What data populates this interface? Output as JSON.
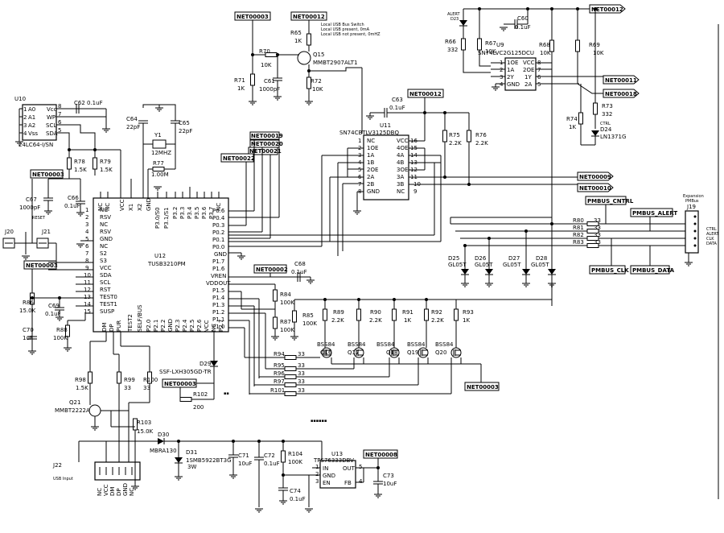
{
  "nets": {
    "n3a": "NET00003",
    "n12a": "NET00012",
    "n12b": "NET00012",
    "n12c": "NET00012",
    "n11": "NET00011",
    "n18": "NET00018",
    "n19": "NET00019",
    "n20": "NET00020",
    "n21": "NET00021",
    "n22": "NET00022",
    "n3b": "NET00003",
    "n3c": "NET00003",
    "n2": "NET00002",
    "n9": "NET00009",
    "n10": "NET00010",
    "n3d": "NET00003",
    "n3e": "NET00003",
    "n8": "NET00008"
  },
  "pmbus": {
    "cntrl": "PMBUS_CNTRL",
    "alert": "PMBUS_ALERT",
    "clk": "PMBUS_CLK",
    "data": "PMBUS_DATA",
    "exp1": "Expansion",
    "exp2": "PMBus",
    "j19": "J19",
    "l1": "CTRL",
    "l2": "ALERT",
    "l3": "CLK",
    "l4": "DATA"
  },
  "u10": {
    "ref": "U10",
    "part": "24LC64-I/SN",
    "pins_l": [
      "A0",
      "A1",
      "A2",
      "Vss"
    ],
    "pins_r": [
      "Vcc",
      "WP",
      "SCL",
      "SDA"
    ],
    "nums_l": [
      "1",
      "2",
      "3",
      "4"
    ],
    "nums_r": [
      "8",
      "7",
      "6",
      "5"
    ]
  },
  "u12": {
    "ref": "U12",
    "part": "TUSB3210PM",
    "left": [
      "NC",
      "RSV",
      "NC",
      "RSV",
      "GND",
      "NC",
      "S2",
      "S3",
      "VCC",
      "SDA",
      "SCL",
      "RST",
      "TEST0",
      "TEST1",
      "SUSP"
    ],
    "lnum": [
      "1",
      "2",
      "3",
      "4",
      "5",
      "6",
      "7",
      "8",
      "9",
      "10",
      "11",
      "12",
      "13",
      "14",
      "15"
    ],
    "right": [
      "P0.6",
      "P0.4",
      "P0.3",
      "P0.2",
      "P0.1",
      "P0.0",
      "GND",
      "P1.7",
      "P1.6",
      "VREN",
      "VDDOUT",
      "P1.5",
      "P1.4",
      "P1.3",
      "P1.2",
      "P1.1",
      "P1.0"
    ],
    "top": [
      "NC",
      "NC",
      "VCC",
      "X1",
      "X2",
      "GND",
      "P3.0/S0",
      "P3.1/S1",
      "P3.2",
      "P3.3",
      "P3.4",
      "P3.5",
      "P3.6",
      "P3.7",
      "NC",
      "P2.7",
      "NC"
    ],
    "bottom": [
      "DM",
      "DP",
      "PUR",
      "TEST2",
      "SELF/BUS",
      "P2.0",
      "P2.1",
      "P2.2",
      "GND",
      "P2.3",
      "P2.4",
      "P2.5",
      "P2.6",
      "VCC",
      "NC",
      "P2.7"
    ]
  },
  "u11": {
    "ref": "U11",
    "part": "SN74CBTLV3125DBQ",
    "left": [
      "NC",
      "1OE",
      "1A",
      "1B",
      "2OE",
      "2A",
      "2B",
      "GND"
    ],
    "lnum": [
      "1",
      "2",
      "3",
      "4",
      "5",
      "6",
      "7",
      "8"
    ],
    "right": [
      "VCC",
      "4OE",
      "4A",
      "4B",
      "3OE",
      "3A",
      "3B",
      "NC"
    ],
    "rnum": [
      "16",
      "15",
      "14",
      "13",
      "12",
      "11",
      "10",
      "9"
    ]
  },
  "u9": {
    "ref": "U9",
    "part": "SN74LVC2G125DCU",
    "left": [
      "1OE",
      "1A",
      "2Y",
      "GND"
    ],
    "lnum": [
      "1",
      "2",
      "3",
      "4"
    ],
    "right": [
      "VCC",
      "2OE",
      "1Y",
      "2A"
    ],
    "rnum": [
      "8",
      "7",
      "6",
      "5"
    ]
  },
  "u13": {
    "ref": "U13",
    "part": "TPS76333DBV",
    "pins": [
      "IN",
      "GND",
      "EN",
      "OUT",
      "FB"
    ],
    "nums": [
      "1",
      "2",
      "3",
      "5",
      "4"
    ]
  },
  "parts": {
    "r65": "R65",
    "r65v": "1K",
    "q15": "Q15",
    "q15v": "MMBT2907ALT1",
    "r70": "R70",
    "r70v": "10K",
    "r71": "R71",
    "r71v": "1K",
    "c61": "C61",
    "c61v": "1000pF",
    "r72": "R72",
    "r72v": "10K",
    "note1": "Local USB Bus Switch",
    "note2": "Local USB present, 0mA",
    "note3": "Local USB not present, 0mHZ",
    "alert": "ALERT",
    "d23": "D23",
    "r66": "R66",
    "r66v": "332",
    "r67": "R67",
    "r67v": "10K",
    "c60": "C60",
    "c60v": "0.1uF",
    "r68": "R68",
    "r68v": "10K",
    "r69": "R69",
    "r69v": "10K",
    "r74": "R74",
    "r74v": "1K",
    "r73": "R73",
    "r73v": "332",
    "ctrl": "CTRL",
    "d24": "D24",
    "d24v": "LN1371G",
    "c62": "C62",
    "c62v": "0.1uF",
    "c64": "C64",
    "c64v": "22pF",
    "c65": "C65",
    "c65v": "22pF",
    "y1": "Y1",
    "y1v": "12MHZ",
    "r77": "R77",
    "r77v": "1.00M",
    "r78": "R78",
    "r78v": "1.5K",
    "r79": "R79",
    "r79v": "1.5K",
    "c67": "C67",
    "c67v": "1000pF",
    "c66": "C66",
    "c66v": "0.1uF",
    "c63": "C63",
    "c63v": "0.1uF",
    "r75": "R75",
    "r75v": "2.2K",
    "r76": "R76",
    "r76v": "2.2K",
    "j20": "J20",
    "j21": "J21",
    "r86": "R86",
    "r86v": "15.0K",
    "c69": "C69",
    "c69v": "0.1uF",
    "c70": "C70",
    "c70v": "1uF",
    "r88": "R88",
    "r88v": "100K",
    "c68": "C68",
    "c68v": "0.1uF",
    "r84": "R84",
    "r84v": "100K",
    "r87": "R87",
    "r87v": "100K",
    "r85": "R85",
    "r85v": "100K",
    "r89": "R89",
    "r89v": "2.2K",
    "r90": "R90",
    "r90v": "2.2K",
    "r91": "R91",
    "r91v": "1K",
    "r92": "R92",
    "r92v": "2.2K",
    "r93": "R93",
    "r93v": "1K",
    "bss": "BSS84",
    "q16": "Q16",
    "q17": "Q17",
    "q18": "Q18",
    "q19": "Q19",
    "q20": "Q20",
    "r94": "R94",
    "r95": "R95",
    "r96": "R96",
    "r97": "R97",
    "r101": "R101",
    "v33": "33",
    "d29": "D29",
    "d29v": "SSF-LXH305GD-TR",
    "r102": "R102",
    "r102v": "200",
    "r80": "R80",
    "r81": "R81",
    "r82": "R82",
    "r83": "R83",
    "d25": "D25",
    "d26": "D26",
    "d27": "D27",
    "d28": "D28",
    "gl": "GL05T",
    "r98": "R98",
    "r98v": "1.5K",
    "r99": "R99",
    "r99v": "33",
    "r100": "R100",
    "r100v": "33",
    "q21": "Q21",
    "q21v": "MMBT2222A",
    "r103": "R103",
    "r103v": "15.0K",
    "d30": "D30",
    "d30v": "MBRA130",
    "d31": "D31",
    "d31v": "1SMB5922BT3G",
    "d31w": "3W",
    "c71": "C71",
    "c71v": "10uF",
    "c72": "C72",
    "c72v": "0.1uF",
    "r104": "R104",
    "r104v": "100K",
    "c74": "C74",
    "c74v": "0.1uF",
    "c73": "C73",
    "c73v": "10uF",
    "j22": "J22",
    "j22v": "USB Input",
    "j22p": [
      "NC",
      "VCC",
      "DM",
      "DP",
      "GND",
      "NC"
    ]
  }
}
